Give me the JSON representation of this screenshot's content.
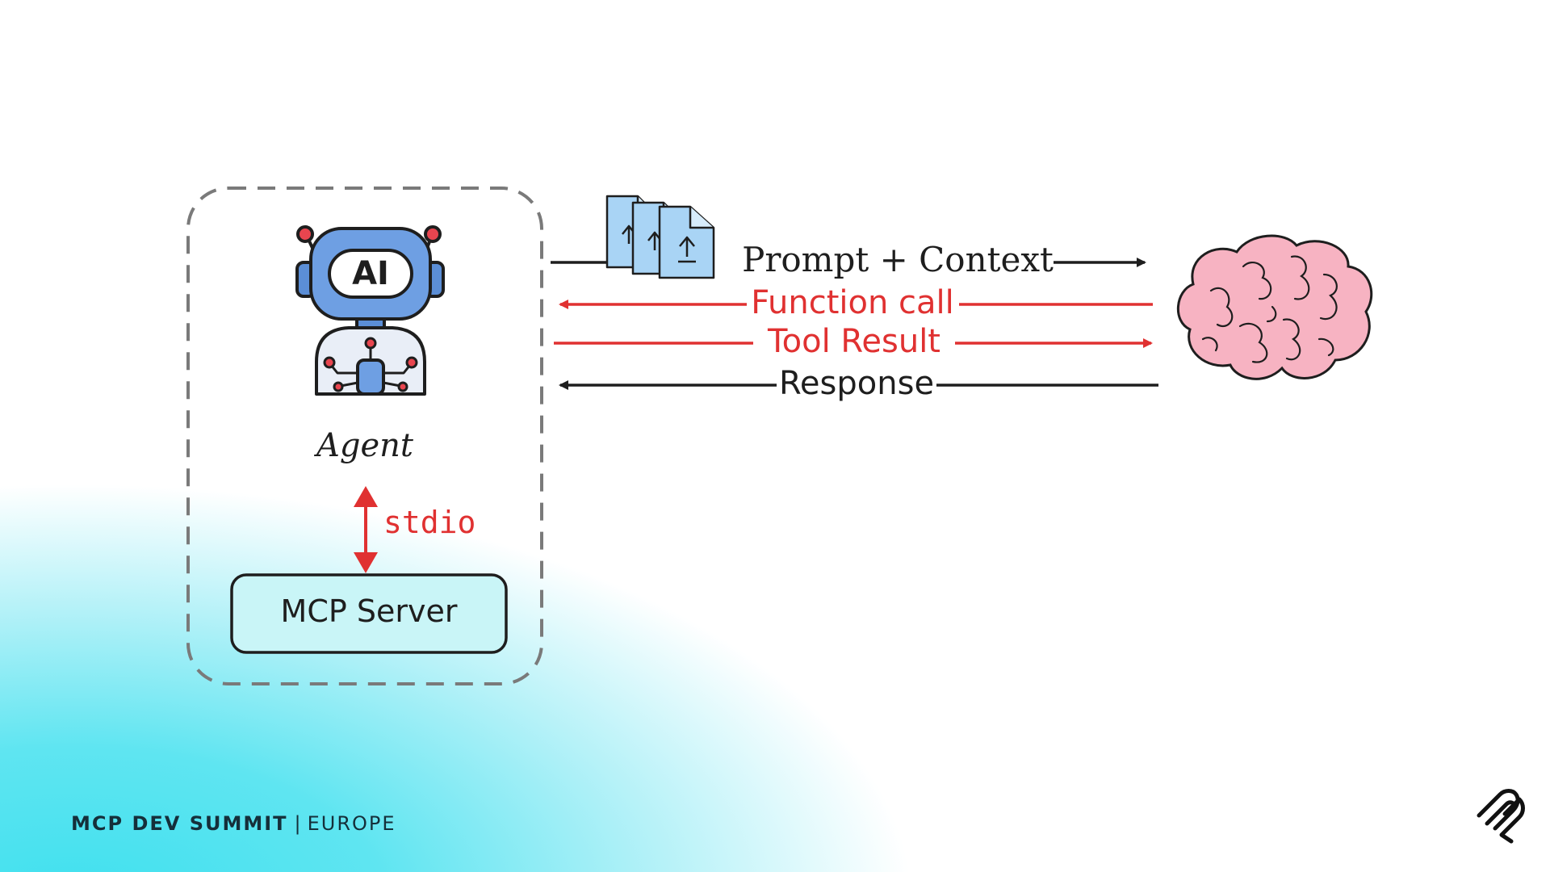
{
  "diagram": {
    "agent_label": "Agent",
    "robot_badge": "AI",
    "stdio_label": "stdio",
    "server_label": "MCP Server",
    "arrows": {
      "prompt": "Prompt + Context",
      "function_call": "Function call",
      "tool_result": "Tool Result",
      "response": "Response"
    }
  },
  "footer": {
    "event_bold": "MCP DEV SUMMIT",
    "separator": "|",
    "event_region": "EUROPE"
  },
  "colors": {
    "accent_red": "#e03131",
    "ink": "#1e1e1e",
    "cyan": "#48e2ef",
    "server_fill": "#c9f5f7",
    "robot_blue": "#5b8ed6",
    "brain_pink": "#f7b3c2"
  },
  "icons": [
    "robot-icon",
    "document-stack-icon",
    "brain-icon",
    "brand-logo-icon"
  ]
}
